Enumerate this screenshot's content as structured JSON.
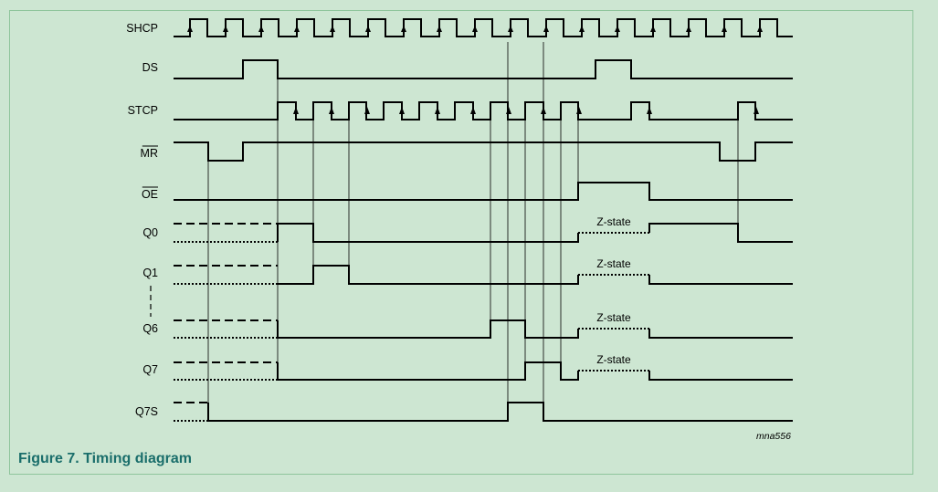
{
  "figure": {
    "caption": "Figure 7. Timing diagram",
    "code": "mna556"
  },
  "signals": [
    {
      "id": "shcp",
      "label": "SHCP",
      "overline": false
    },
    {
      "id": "ds",
      "label": "DS",
      "overline": false
    },
    {
      "id": "stcp",
      "label": "STCP",
      "overline": false
    },
    {
      "id": "mr",
      "label": "MR",
      "overline": true
    },
    {
      "id": "oe",
      "label": "OE",
      "overline": true
    },
    {
      "id": "q0",
      "label": "Q0",
      "overline": false
    },
    {
      "id": "q1",
      "label": "Q1",
      "overline": false
    },
    {
      "id": "q6",
      "label": "Q6",
      "overline": false
    },
    {
      "id": "q7",
      "label": "Q7",
      "overline": false
    },
    {
      "id": "q7s",
      "label": "Q7S",
      "overline": false
    }
  ],
  "z_state_label": "Z-state",
  "colors": {
    "background": "#cde6d2",
    "border": "#8fc59c",
    "caption": "#1a6e6b",
    "trace": "#000000"
  }
}
